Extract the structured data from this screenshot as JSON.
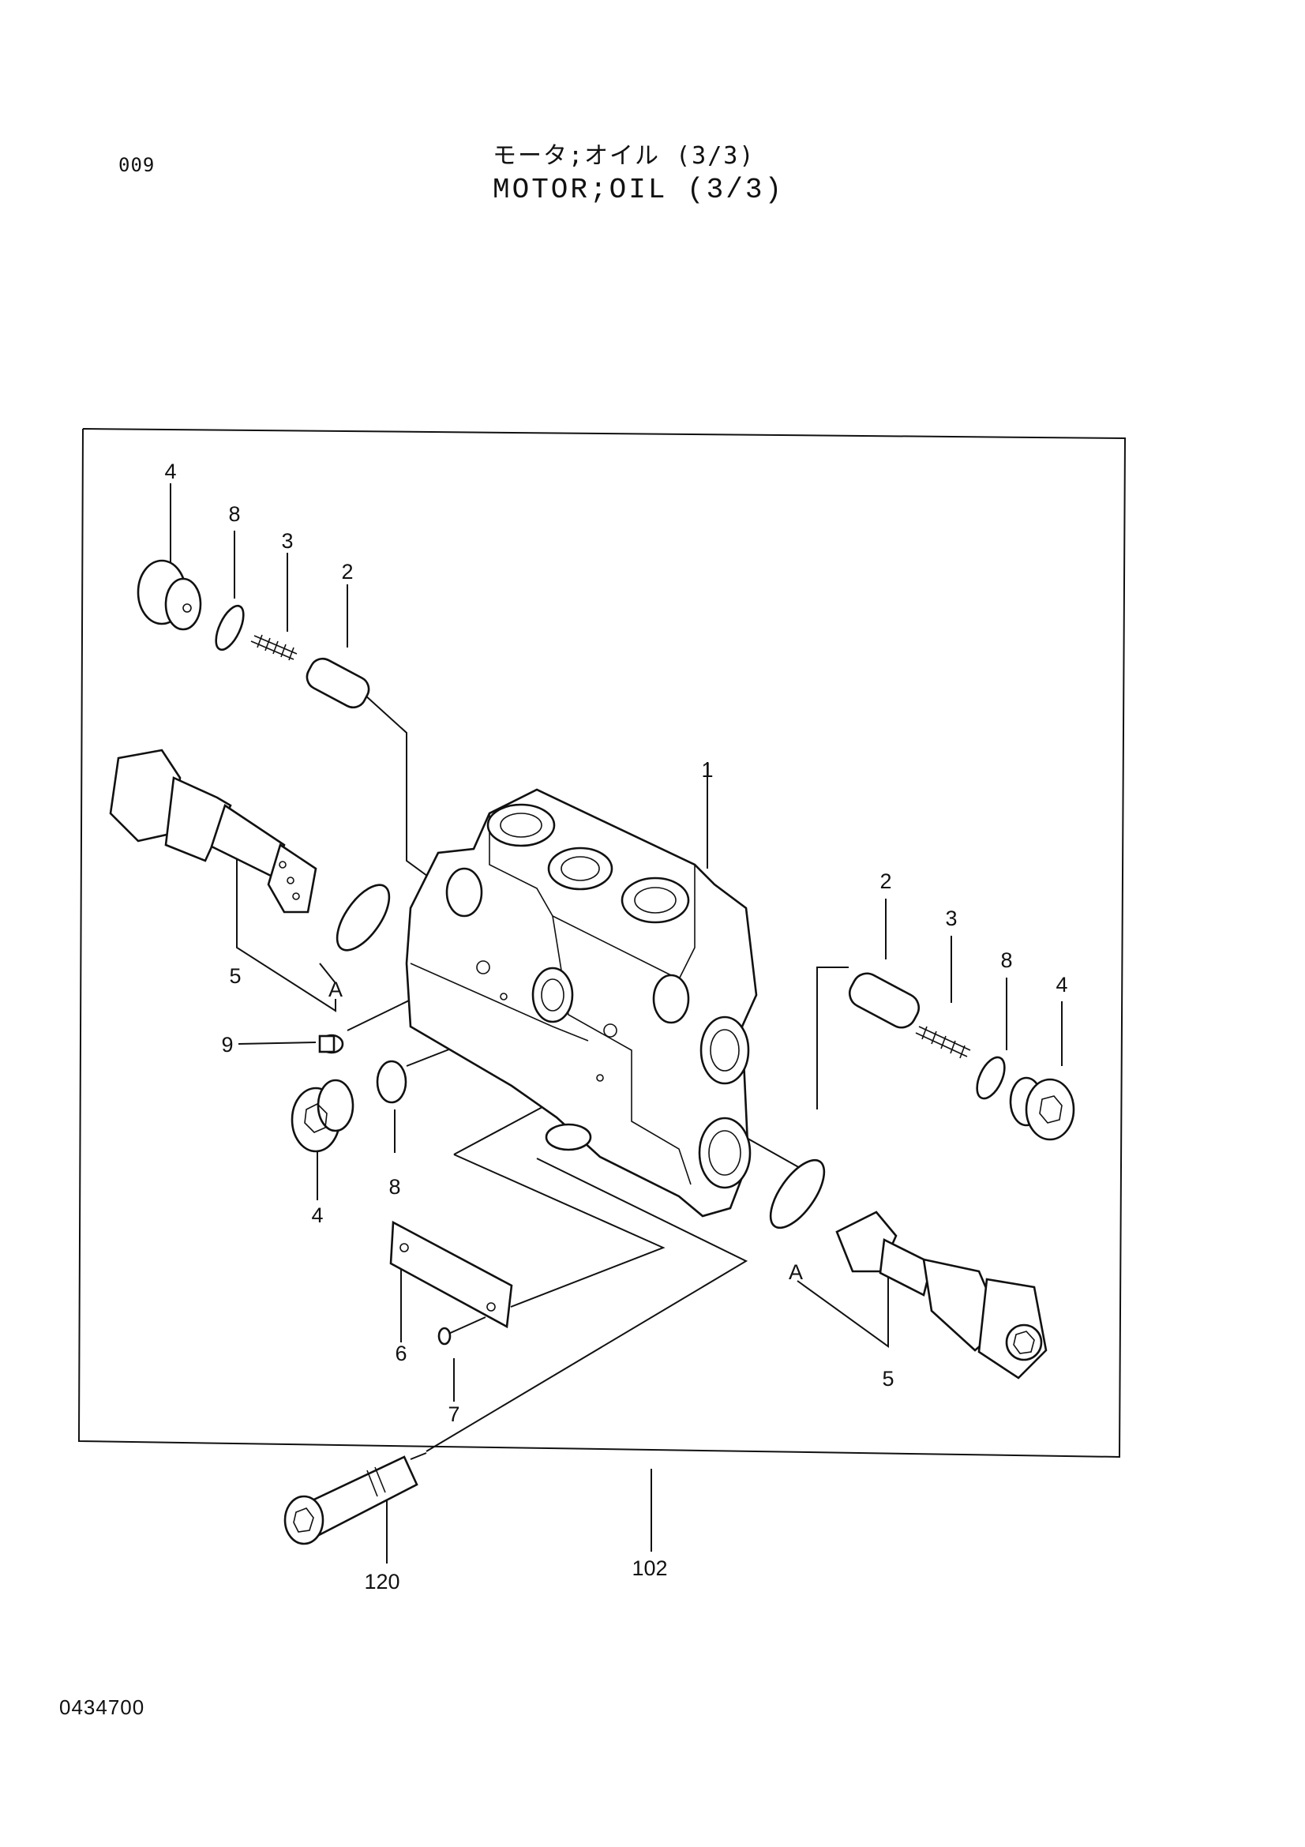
{
  "header": {
    "page_number": "009",
    "title_jp": "モータ;オイル (3/3)",
    "title_en": "MOTOR;OIL (3/3)"
  },
  "diagram": {
    "callouts": {
      "body": "1",
      "spool_top": "2",
      "spring_top": "3",
      "plug_top": "4",
      "oring_top": "8",
      "relief_left": "5",
      "ref_left": "A",
      "plug_screw": "9",
      "plug_lower": "4",
      "oring_lower": "8",
      "plate": "6",
      "screw_plate": "7",
      "spool_right": "2",
      "spring_right": "3",
      "oring_right": "8",
      "plug_right": "4",
      "ref_right": "A",
      "relief_right": "5",
      "bolt": "120",
      "assembly": "102"
    }
  },
  "footer": {
    "doc_code": "0434700"
  }
}
